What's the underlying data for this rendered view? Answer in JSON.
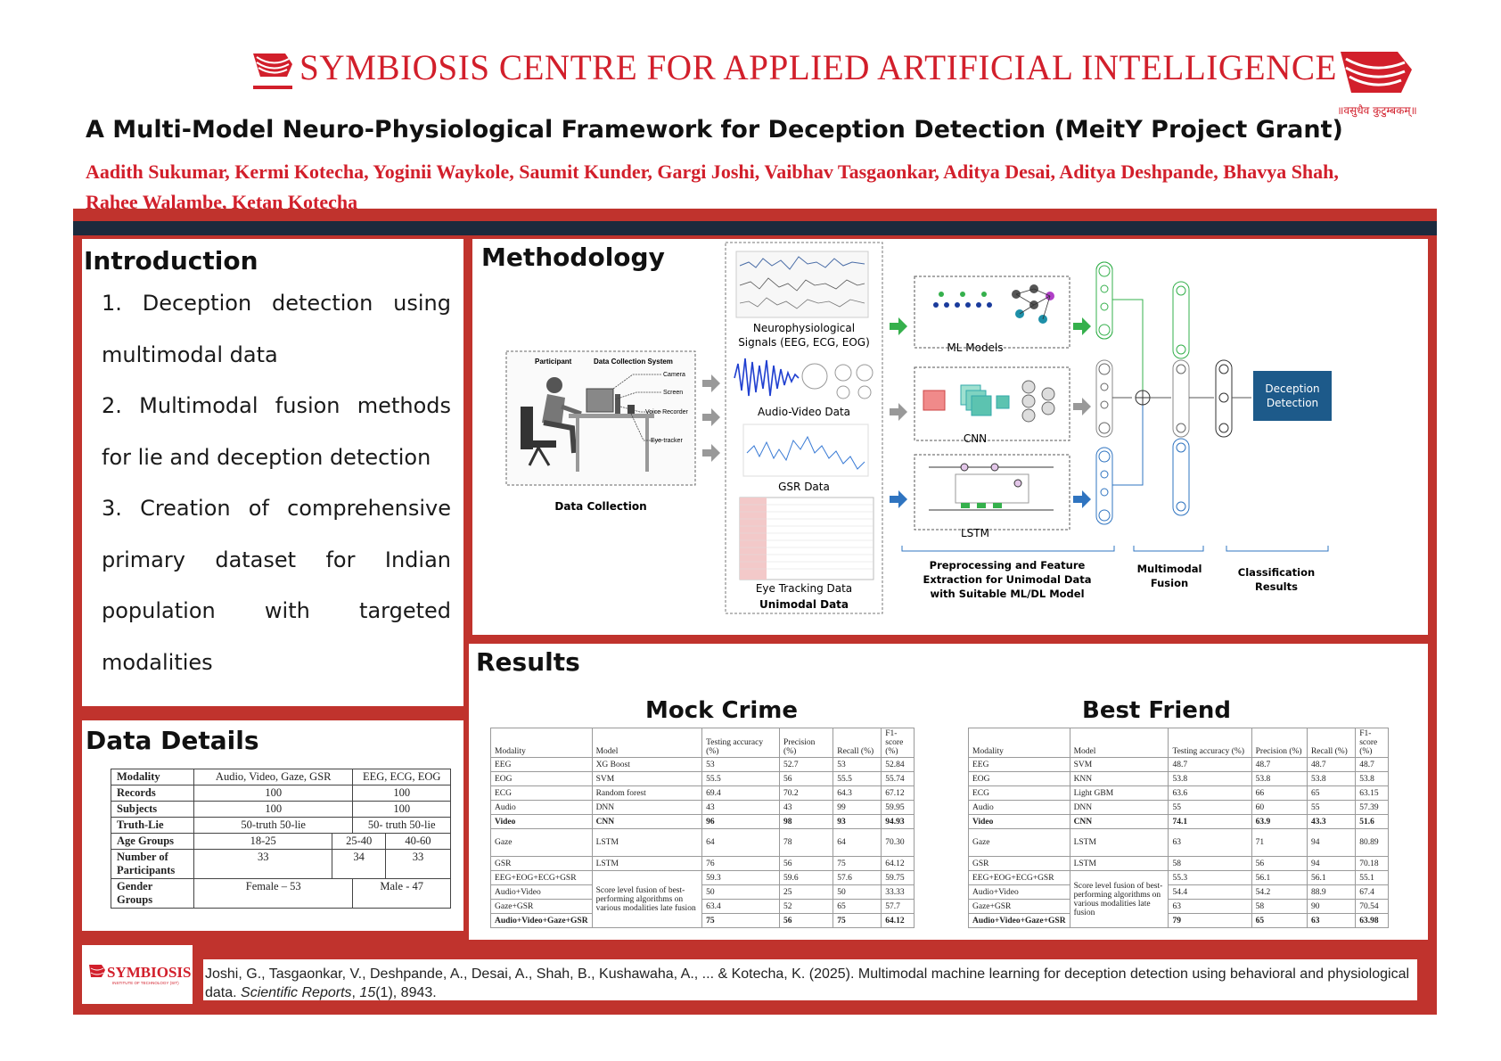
{
  "header": {
    "org_title": "SYMBIOSIS CENTRE FOR APPLIED ARTIFICIAL INTELLIGENCE",
    "motto": "॥वसुधैव कुटुम्बकम्॥",
    "poster_title": "A Multi-Model Neuro-Physiological Framework for Deception Detection (MeitY Project Grant)",
    "authors": "Aadith Sukumar, Kermi Kotecha, Yoginii Waykole, Saumit Kunder, Gargi Joshi, Vaibhav Tasgaonkar, Aditya Desai, Aditya Deshpande, Bhavya Shah, Rahee Walambe, Ketan Kotecha"
  },
  "introduction": {
    "heading": "Introduction",
    "items": [
      [
        "1.  Deception  detection  using",
        "multimodal data"
      ],
      [
        "2.  Multimodal  fusion  methods",
        "for lie and deception detection"
      ],
      [
        "3.  Creation  of  comprehensive",
        "primary  dataset  for  Indian",
        "population  with  targeted",
        "modalities"
      ]
    ]
  },
  "methodology": {
    "heading": "Methodology",
    "collection": {
      "participant": "Participant",
      "system": "Data Collection System",
      "camera": "Camera",
      "screen": "Screen",
      "voice": "Voice Recorder",
      "eye": "Eye-tracker",
      "caption": "Data Collection"
    },
    "unimodal": {
      "neuro": [
        "Neurophysiological",
        "Signals (EEG, ECG, EOG)"
      ],
      "audio_video": "Audio-Video Data",
      "gsr": "GSR Data",
      "eye": "Eye Tracking Data",
      "caption": "Unimodal Data"
    },
    "models": {
      "ml": "ML Models",
      "cnn": "CNN",
      "lstm": "LSTM"
    },
    "output": [
      "Deception",
      "Detection"
    ],
    "captions": {
      "preprocess": [
        "Preprocessing and Feature",
        "Extraction for Unimodal Data",
        "with Suitable ML/DL Model"
      ],
      "fusion": [
        "Multimodal",
        "Fusion"
      ],
      "classification": [
        "Classification",
        "Results"
      ]
    }
  },
  "data_details": {
    "heading": "Data Details",
    "header": [
      "Modality",
      "Audio, Video, Gaze, GSR",
      "EEG, ECG, EOG"
    ],
    "records": [
      "Records",
      "100",
      "100"
    ],
    "subjects": [
      "Subjects",
      "100",
      "100"
    ],
    "truth_lie": [
      "Truth-Lie",
      "50-truth 50-lie",
      "50- truth 50-lie"
    ],
    "age_groups": [
      "Age Groups",
      "18-25",
      "25-40",
      "40-60"
    ],
    "participants": [
      "Number of Participants",
      "33",
      "34",
      "33"
    ],
    "gender": [
      "Gender Groups",
      "Female – 53",
      "Male - 47"
    ]
  },
  "results": {
    "heading": "Results",
    "mock_crime": {
      "title": "Mock Crime",
      "columns": [
        "Modality",
        "Model",
        "Testing accuracy (%)",
        "Precision (%)",
        "Recall (%)",
        "F1-score (%)"
      ],
      "rows": [
        [
          "EEG",
          "XG Boost",
          "53",
          "52.7",
          "53",
          "52.84"
        ],
        [
          "EOG",
          "SVM",
          "55.5",
          "56",
          "55.5",
          "55.74"
        ],
        [
          "ECG",
          "Random forest",
          "69.4",
          "70.2",
          "64.3",
          "67.12"
        ],
        [
          "Audio",
          "DNN",
          "43",
          "43",
          "99",
          "59.95"
        ],
        [
          "Video",
          "CNN",
          "96",
          "98",
          "93",
          "94.93"
        ],
        [
          "Gaze",
          "LSTM",
          "64",
          "78",
          "64",
          "70.30"
        ],
        [
          "GSR",
          "LSTM",
          "76",
          "56",
          "75",
          "64.12"
        ]
      ],
      "fusion_label": "Score level fusion of best-performing algorithms on various modalities late fusion",
      "fusion_rows": [
        [
          "EEG+EOG+ECG+GSR",
          "59.3",
          "59.6",
          "57.6",
          "59.75"
        ],
        [
          "Audio+Video",
          "50",
          "25",
          "50",
          "33.33"
        ],
        [
          "Gaze+GSR",
          "63.4",
          "52",
          "65",
          "57.7"
        ],
        [
          "Audio+Video+Gaze+GSR",
          "75",
          "56",
          "75",
          "64.12"
        ]
      ]
    },
    "best_friend": {
      "title": "Best Friend",
      "columns": [
        "Modality",
        "Model",
        "Testing accuracy (%)",
        "Precision (%)",
        "Recall (%)",
        "F1-score (%)"
      ],
      "rows": [
        [
          "EEG",
          "SVM",
          "48.7",
          "48.7",
          "48.7",
          "48.7"
        ],
        [
          "EOG",
          "KNN",
          "53.8",
          "53.8",
          "53.8",
          "53.8"
        ],
        [
          "ECG",
          "Light GBM",
          "63.6",
          "66",
          "65",
          "63.15"
        ],
        [
          "Audio",
          "DNN",
          "55",
          "60",
          "55",
          "57.39"
        ],
        [
          "Video",
          "CNN",
          "74.1",
          "63.9",
          "43.3",
          "51.6"
        ],
        [
          "Gaze",
          "LSTM",
          "63",
          "71",
          "94",
          "80.89"
        ],
        [
          "GSR",
          "LSTM",
          "58",
          "56",
          "94",
          "70.18"
        ]
      ],
      "fusion_label": "Score level fusion of best-performing algorithms on various modalities late fusion",
      "fusion_rows": [
        [
          "EEG+EOG+ECG+GSR",
          "55.3",
          "56.1",
          "56.1",
          "55.1"
        ],
        [
          "Audio+Video",
          "54.4",
          "54.2",
          "88.9",
          "67.4"
        ],
        [
          "Gaze+GSR",
          "63",
          "58",
          "90",
          "70.54"
        ],
        [
          "Audio+Video+Gaze+GSR",
          "79",
          "65",
          "63",
          "63.98"
        ]
      ]
    }
  },
  "reference": {
    "logo": "SYMBIOSIS",
    "logo_sub": "INSTITUTE OF TECHNOLOGY (SIT)",
    "text_pre": "Joshi, G., Tasgaonkar, V., Deshpande, A., Desai, A., Shah, B., Kushawaha, A., ... & Kotecha, K. (2025). Multimodal machine learning for deception detection using behavioral and physiological data. ",
    "journal": "Scientific Reports",
    "volume": "15",
    "text_post": "(1), 8943."
  },
  "colors": {
    "brand_red": "#d21f2b",
    "frame_red": "#c0332d",
    "navy": "#1c2a3d",
    "teal_box": "#1d5a8a"
  }
}
